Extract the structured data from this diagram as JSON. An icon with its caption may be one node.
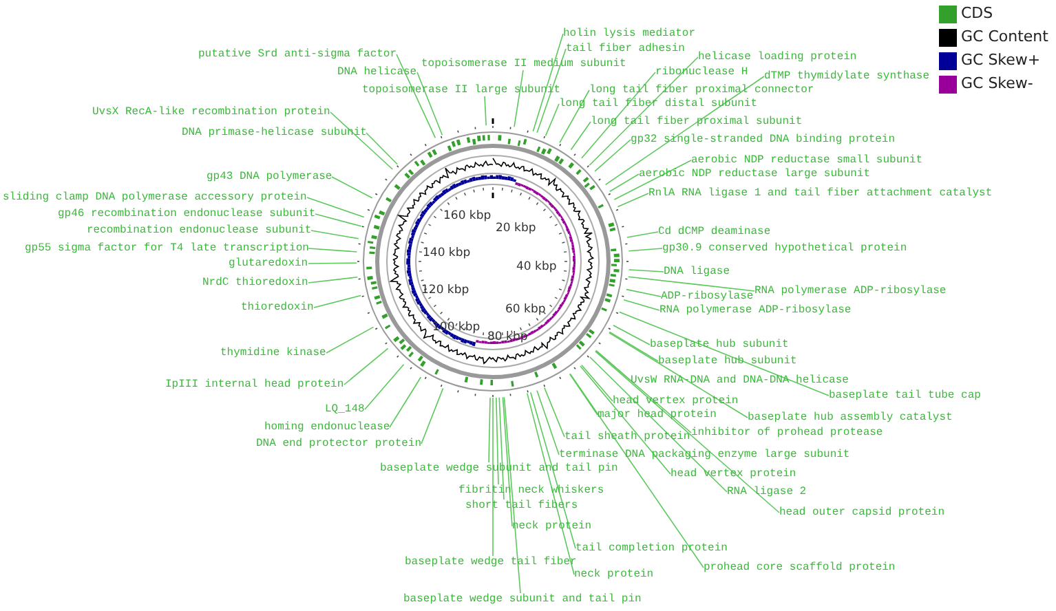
{
  "diagram": {
    "nodes": [
      {
        "text": [
          "holin lysis mediator"
        ]
      },
      {
        "text": [
          "tail fiber adhesin"
        ]
      },
      {
        "text": [
          "putative Srd anti-sigma factor"
        ]
      },
      {
        "text": [
          "helicase loading protein"
        ]
      },
      {
        "text": [
          "topoisomerase II medium subunit"
        ]
      },
      {
        "text": [
          "DNA helicase"
        ]
      },
      {
        "text": [
          "ribonuclease H"
        ]
      },
      {
        "text": [
          "dTMP thymidylate synthase"
        ]
      },
      {
        "text": [
          "topoisomerase II large subunit"
        ]
      },
      {
        "text": [
          "long tail fiber proximal connector"
        ]
      },
      {
        "text": [
          "long tail fiber distal subunit"
        ]
      },
      {
        "text": [
          "UvsX RecA-like recombination protein"
        ]
      },
      {
        "text": [
          "long tail fiber proximal subunit"
        ]
      },
      {
        "text": [
          "DNA primase-helicase subunit"
        ]
      },
      {
        "text": [
          "gp32 single-stranded DNA binding protein"
        ]
      },
      {
        "text": [
          "aerobic NDP reductase small subunit"
        ]
      },
      {
        "text": [
          "aerobic NDP reductase large subunit"
        ]
      },
      {
        "text": [
          "gp43 DNA polymerase"
        ]
      },
      {
        "text": [
          "RnlA RNA ligase 1 and tail fiber attachment catalyst"
        ]
      },
      {
        "text": [
          "sliding clamp DNA polymerase accessory protein"
        ]
      },
      {
        "text": [
          "gp46 recombination endonuclease subunit"
        ]
      },
      {
        "text": [
          "recombination endonuclease subunit"
        ]
      },
      {
        "text": [
          "Cd dCMP deaminase"
        ]
      },
      {
        "text": [
          "gp55 sigma factor for T4 late transcription"
        ]
      },
      {
        "text": [
          "gp30.9 conserved hypothetical protein"
        ]
      },
      {
        "text": [
          "glutaredoxin"
        ]
      },
      {
        "text": [
          "DNA ligase"
        ]
      },
      {
        "text": [
          "NrdC thioredoxin"
        ]
      },
      {
        "text": [
          "RNA polymerase ADP-ribosylase"
        ]
      },
      {
        "text": [
          "ADP-ribosylase"
        ]
      },
      {
        "text": [
          "thioredoxin"
        ]
      },
      {
        "text": [
          "RNA polymerase ADP-ribosylase"
        ]
      },
      {
        "text": [
          "baseplate hub subunit"
        ]
      },
      {
        "text": [
          "thymidine kinase"
        ]
      },
      {
        "text": [
          "baseplate hub subunit"
        ]
      },
      {
        "text": [
          "UvsW RNA-DNA and DNA-DNA helicase"
        ]
      },
      {
        "text": [
          "IpIII internal head protein"
        ]
      },
      {
        "text": [
          "baseplate tail tube cap"
        ]
      },
      {
        "text": [
          "head vertex protein"
        ]
      },
      {
        "text": [
          "LQ_148"
        ]
      },
      {
        "text": [
          "major head protein"
        ]
      },
      {
        "text": [
          "baseplate hub assembly catalyst"
        ]
      },
      {
        "text": [
          "homing endonuclease"
        ]
      },
      {
        "text": [
          "inhibitor of prohead protease"
        ]
      },
      {
        "text": [
          "tail sheath protein"
        ]
      },
      {
        "text": [
          "DNA end protector protein"
        ]
      },
      {
        "text": [
          "terminase DNA packaging enzyme large subunit"
        ]
      },
      {
        "text": [
          "baseplate wedge subunit and tail pin"
        ]
      },
      {
        "text": [
          "head vertex protein"
        ]
      },
      {
        "text": [
          "fibritin neck whiskers"
        ]
      },
      {
        "text": [
          "RNA ligase 2"
        ]
      },
      {
        "text": [
          "short tail fibers"
        ]
      },
      {
        "text": [
          "head outer capsid protein"
        ]
      },
      {
        "text": [
          "neck protein"
        ]
      },
      {
        "text": [
          "tail completion protein"
        ]
      },
      {
        "text": [
          "baseplate wedge tail fiber"
        ]
      },
      {
        "text": [
          "prohead core scaffold protein"
        ]
      },
      {
        "text": [
          "neck protein"
        ]
      },
      {
        "text": [
          "baseplate wedge subunit and tail pin"
        ]
      },
      {
        "text": [],
        "shape": "circle"
      }
    ],
    "edges": [
      {
        "from": 0,
        "to": 59,
        "arrow": "none"
      },
      {
        "from": 1,
        "to": 59,
        "arrow": "none"
      },
      {
        "from": 2,
        "to": 59,
        "arrow": "none"
      },
      {
        "from": 3,
        "to": 59,
        "arrow": "none"
      },
      {
        "from": 4,
        "to": 59,
        "arrow": "none"
      },
      {
        "from": 5,
        "to": 59,
        "arrow": "none"
      },
      {
        "from": 6,
        "to": 59,
        "arrow": "none"
      },
      {
        "from": 7,
        "to": 59,
        "arrow": "none"
      },
      {
        "from": 8,
        "to": 59,
        "arrow": "none"
      },
      {
        "from": 9,
        "to": 59,
        "arrow": "none"
      },
      {
        "from": 10,
        "to": 59,
        "arrow": "none"
      },
      {
        "from": 11,
        "to": 59,
        "arrow": "none"
      },
      {
        "from": 12,
        "to": 59,
        "arrow": "none"
      },
      {
        "from": 13,
        "to": 59,
        "arrow": "none"
      },
      {
        "from": 14,
        "to": 59,
        "arrow": "none"
      },
      {
        "from": 15,
        "to": 59,
        "arrow": "none"
      },
      {
        "from": 16,
        "to": 59,
        "arrow": "none"
      },
      {
        "from": 17,
        "to": 59,
        "arrow": "none"
      },
      {
        "from": 18,
        "to": 59,
        "arrow": "none"
      },
      {
        "from": 19,
        "to": 59,
        "arrow": "none"
      },
      {
        "from": 20,
        "to": 59,
        "arrow": "none"
      },
      {
        "from": 21,
        "to": 59,
        "arrow": "none"
      },
      {
        "from": 22,
        "to": 59,
        "arrow": "none"
      },
      {
        "from": 23,
        "to": 59,
        "arrow": "none"
      },
      {
        "from": 24,
        "to": 59,
        "arrow": "none"
      },
      {
        "from": 25,
        "to": 59,
        "arrow": "none"
      },
      {
        "from": 26,
        "to": 59,
        "arrow": "none"
      },
      {
        "from": 27,
        "to": 59,
        "arrow": "none"
      },
      {
        "from": 28,
        "to": 59,
        "arrow": "none"
      },
      {
        "from": 29,
        "to": 59,
        "arrow": "none"
      },
      {
        "from": 30,
        "to": 59,
        "arrow": "none"
      },
      {
        "from": 31,
        "to": 59,
        "arrow": "none"
      },
      {
        "from": 32,
        "to": 59,
        "arrow": "none"
      },
      {
        "from": 33,
        "to": 59,
        "arrow": "none"
      },
      {
        "from": 34,
        "to": 59,
        "arrow": "none"
      },
      {
        "from": 35,
        "to": 59,
        "arrow": "none"
      },
      {
        "from": 36,
        "to": 59,
        "arrow": "none"
      },
      {
        "from": 37,
        "to": 59,
        "arrow": "none"
      },
      {
        "from": 38,
        "to": 59,
        "arrow": "none"
      },
      {
        "from": 39,
        "to": 59,
        "arrow": "none"
      },
      {
        "from": 40,
        "to": 59,
        "arrow": "none"
      },
      {
        "from": 41,
        "to": 59,
        "arrow": "none"
      },
      {
        "from": 42,
        "to": 59,
        "arrow": "none"
      },
      {
        "from": 43,
        "to": 59,
        "arrow": "none"
      },
      {
        "from": 44,
        "to": 59,
        "arrow": "none"
      },
      {
        "from": 45,
        "to": 59,
        "arrow": "none"
      },
      {
        "from": 46,
        "to": 59,
        "arrow": "none"
      },
      {
        "from": 47,
        "to": 59,
        "arrow": "none"
      },
      {
        "from": 48,
        "to": 59,
        "arrow": "none"
      },
      {
        "from": 49,
        "to": 59,
        "arrow": "none"
      },
      {
        "from": 50,
        "to": 59,
        "arrow": "none"
      },
      {
        "from": 51,
        "to": 59,
        "arrow": "none"
      },
      {
        "from": 52,
        "to": 59,
        "arrow": "none"
      },
      {
        "from": 53,
        "to": 59,
        "arrow": "none"
      },
      {
        "from": 54,
        "to": 59,
        "arrow": "none"
      },
      {
        "from": 55,
        "to": 59,
        "arrow": "none"
      },
      {
        "from": 56,
        "to": 59,
        "arrow": "none"
      },
      {
        "from": 57,
        "to": 59,
        "arrow": "none"
      },
      {
        "from": 58,
        "to": 59,
        "arrow": "none"
      }
    ],
    "labels": [
      "160 kbp",
      "20 kbp",
      "140 kbp",
      "40 kbp",
      "120 kbp",
      "60 kbp",
      "100 kbp",
      "80 kbp"
    ],
    "legend": [
      {
        "text": "CDS",
        "color": "#33a02c"
      },
      {
        "text": "GC Content",
        "color": "#000000"
      },
      {
        "text": "GC Skew+",
        "color": "#000099"
      },
      {
        "text": "GC Skew-",
        "color": "#990099"
      }
    ]
  }
}
